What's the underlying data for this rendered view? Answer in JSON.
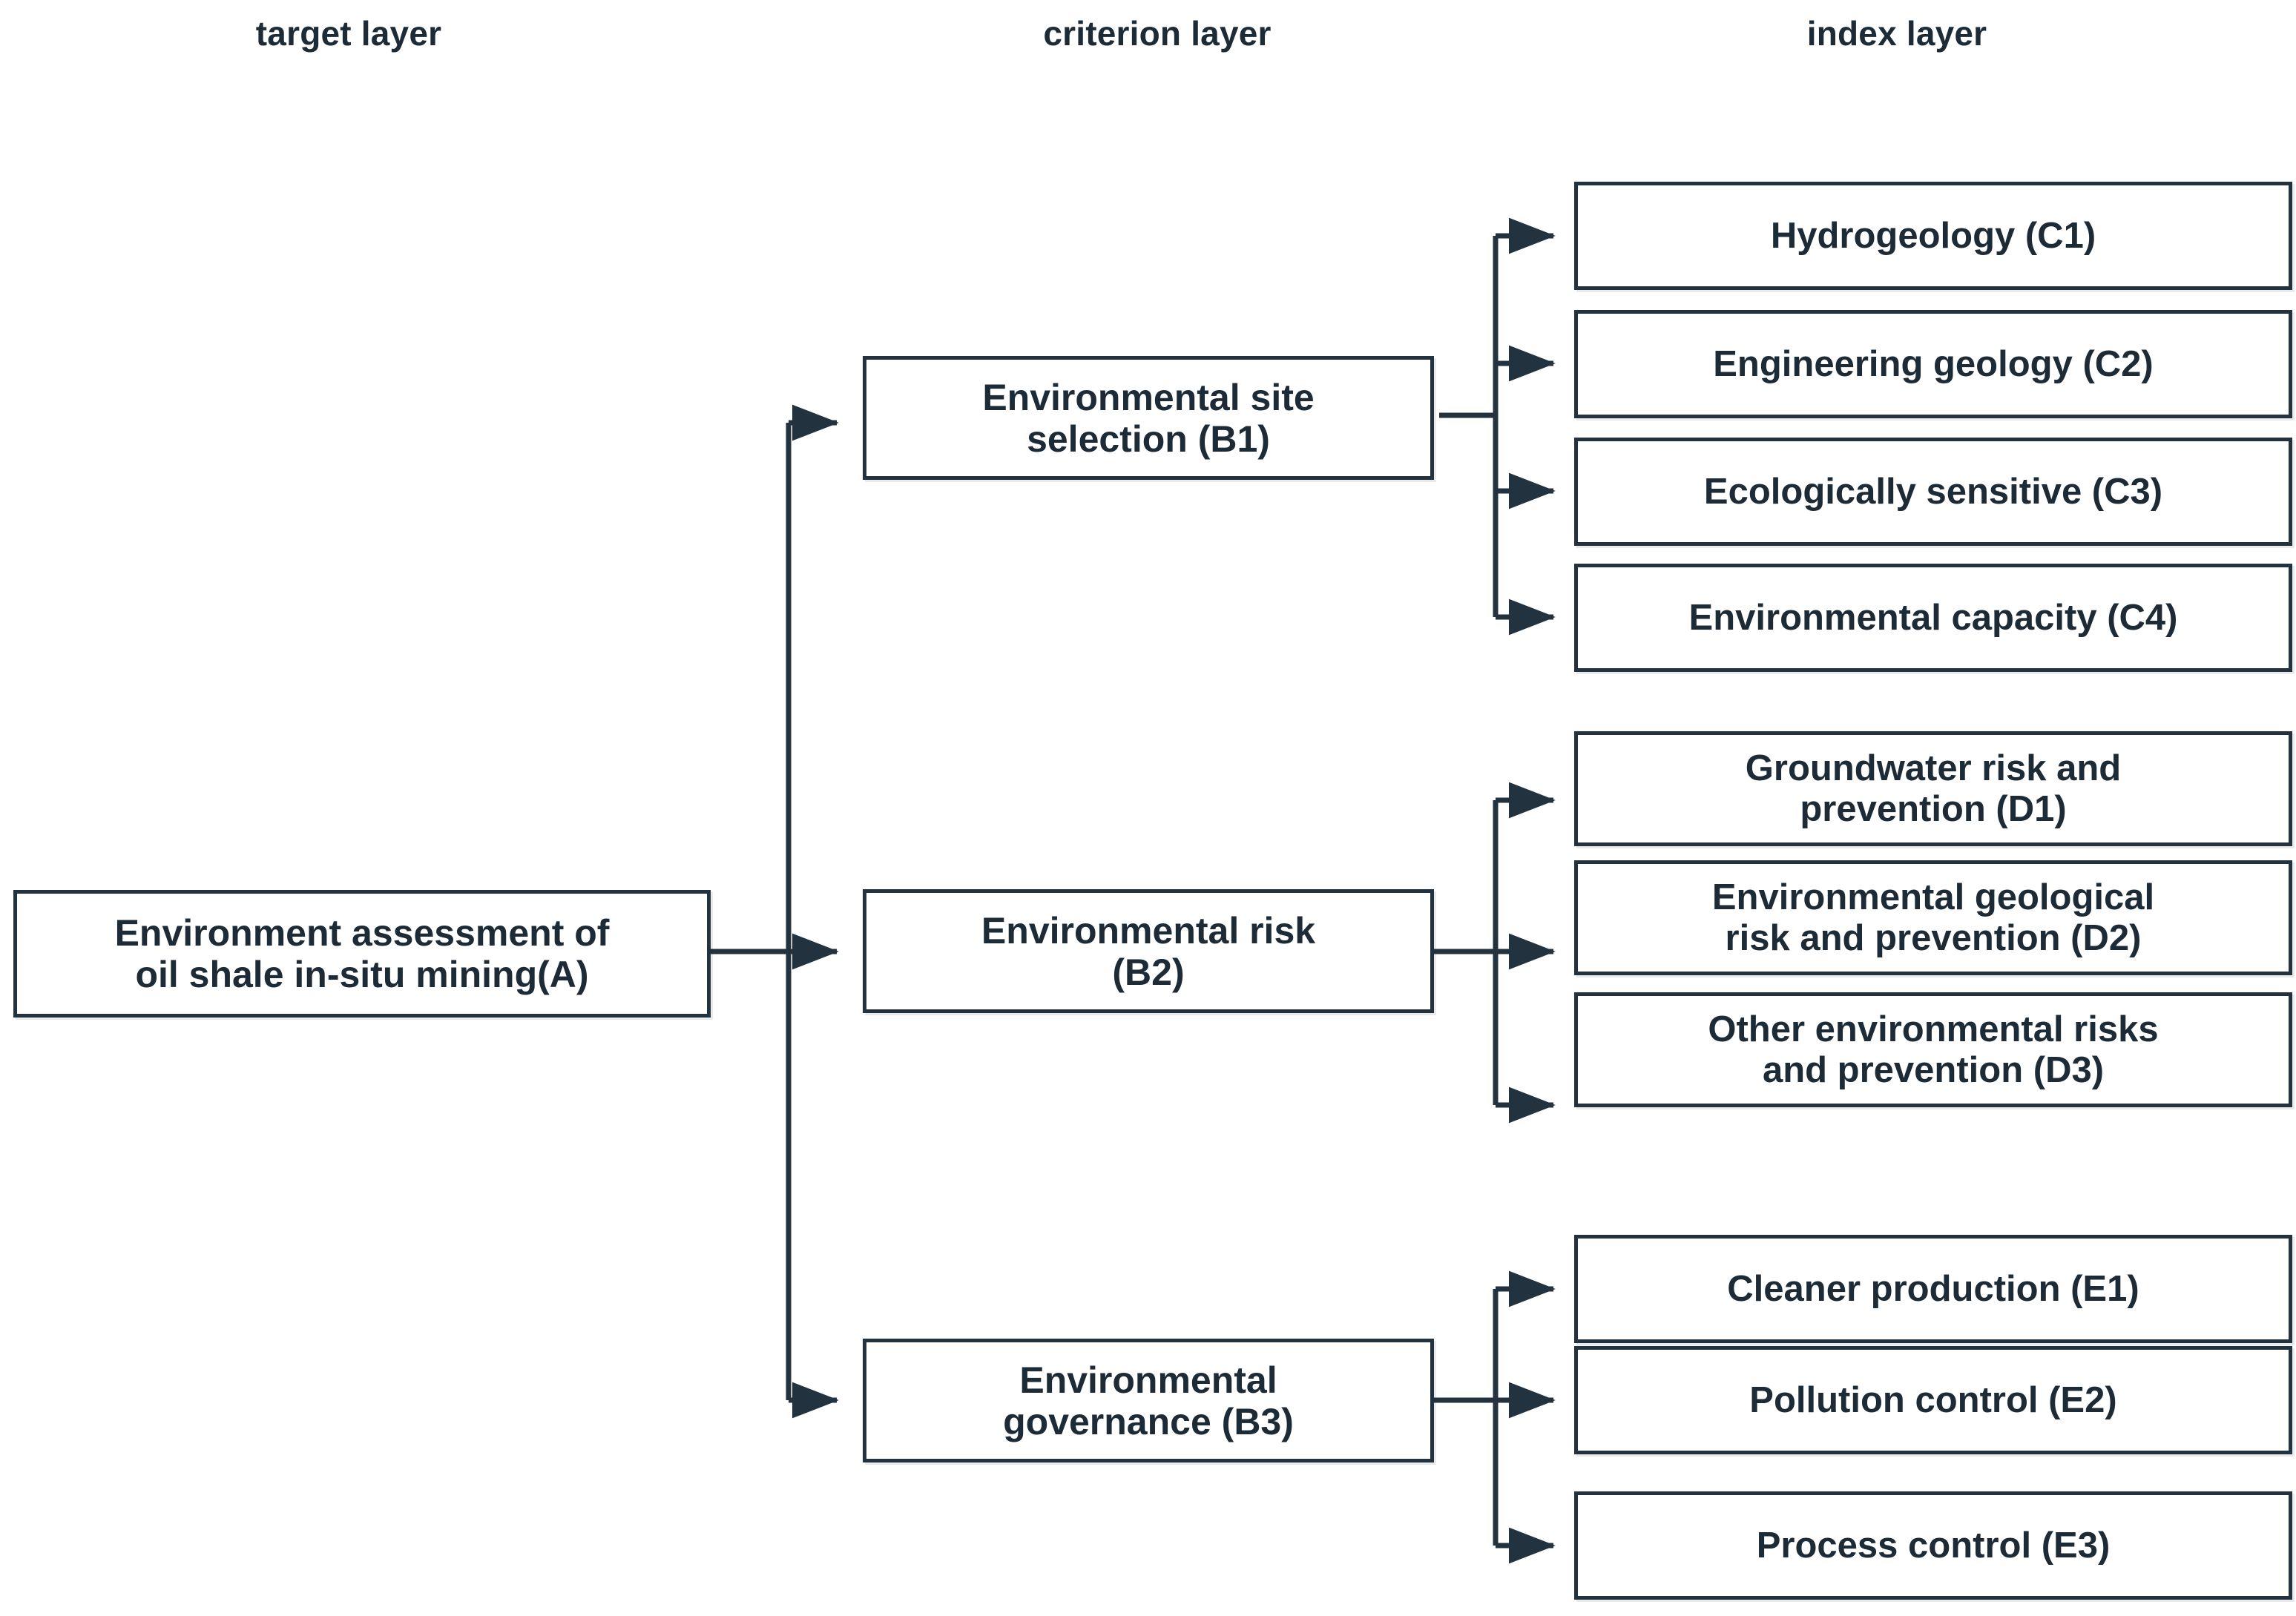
{
  "diagram": {
    "title": "Environment assessment hierarchy of oil shale in-situ mining",
    "type": "hierarchy-tree",
    "orientation": "left-to-right",
    "colors": {
      "box_border": "#22323e",
      "box_fill": "#ffffff",
      "connector": "#22323e",
      "text": "#1d2b36",
      "background": "#ffffff"
    }
  },
  "headers": {
    "target": "target layer",
    "criterion": "criterion layer",
    "index": "index layer"
  },
  "target_layer": {
    "nodes": [
      {
        "id": "A",
        "label": "Environment assessment of\noil shale in-situ mining(A)"
      }
    ]
  },
  "criterion_layer": {
    "nodes": [
      {
        "id": "B1",
        "label": "Environmental site\nselection (B1)"
      },
      {
        "id": "B2",
        "label": "Environmental risk\n(B2)"
      },
      {
        "id": "B3",
        "label": "Environmental\ngovernance (B3)"
      }
    ]
  },
  "index_layer": {
    "groups": [
      {
        "parent": "B1",
        "nodes": [
          {
            "id": "C1",
            "label": "Hydrogeology (C1)"
          },
          {
            "id": "C2",
            "label": "Engineering geology (C2)"
          },
          {
            "id": "C3",
            "label": "Ecologically sensitive (C3)"
          },
          {
            "id": "C4",
            "label": "Environmental capacity (C4)"
          }
        ]
      },
      {
        "parent": "B2",
        "nodes": [
          {
            "id": "D1",
            "label": "Groundwater risk and\nprevention (D1)"
          },
          {
            "id": "D2",
            "label": "Environmental geological\nrisk and prevention (D2)"
          },
          {
            "id": "D3",
            "label": "Other environmental risks\nand prevention (D3)"
          }
        ]
      },
      {
        "parent": "B3",
        "nodes": [
          {
            "id": "E1",
            "label": "Cleaner production (E1)"
          },
          {
            "id": "E2",
            "label": "Pollution control (E2)"
          },
          {
            "id": "E3",
            "label": "Process control (E3)"
          }
        ]
      }
    ]
  },
  "edges": [
    {
      "from": "A",
      "to": "B1"
    },
    {
      "from": "A",
      "to": "B2"
    },
    {
      "from": "A",
      "to": "B3"
    },
    {
      "from": "B1",
      "to": "C1"
    },
    {
      "from": "B1",
      "to": "C2"
    },
    {
      "from": "B1",
      "to": "C3"
    },
    {
      "from": "B1",
      "to": "C4"
    },
    {
      "from": "B2",
      "to": "D1"
    },
    {
      "from": "B2",
      "to": "D2"
    },
    {
      "from": "B2",
      "to": "D3"
    },
    {
      "from": "B3",
      "to": "E1"
    },
    {
      "from": "B3",
      "to": "E2"
    },
    {
      "from": "B3",
      "to": "E3"
    }
  ]
}
